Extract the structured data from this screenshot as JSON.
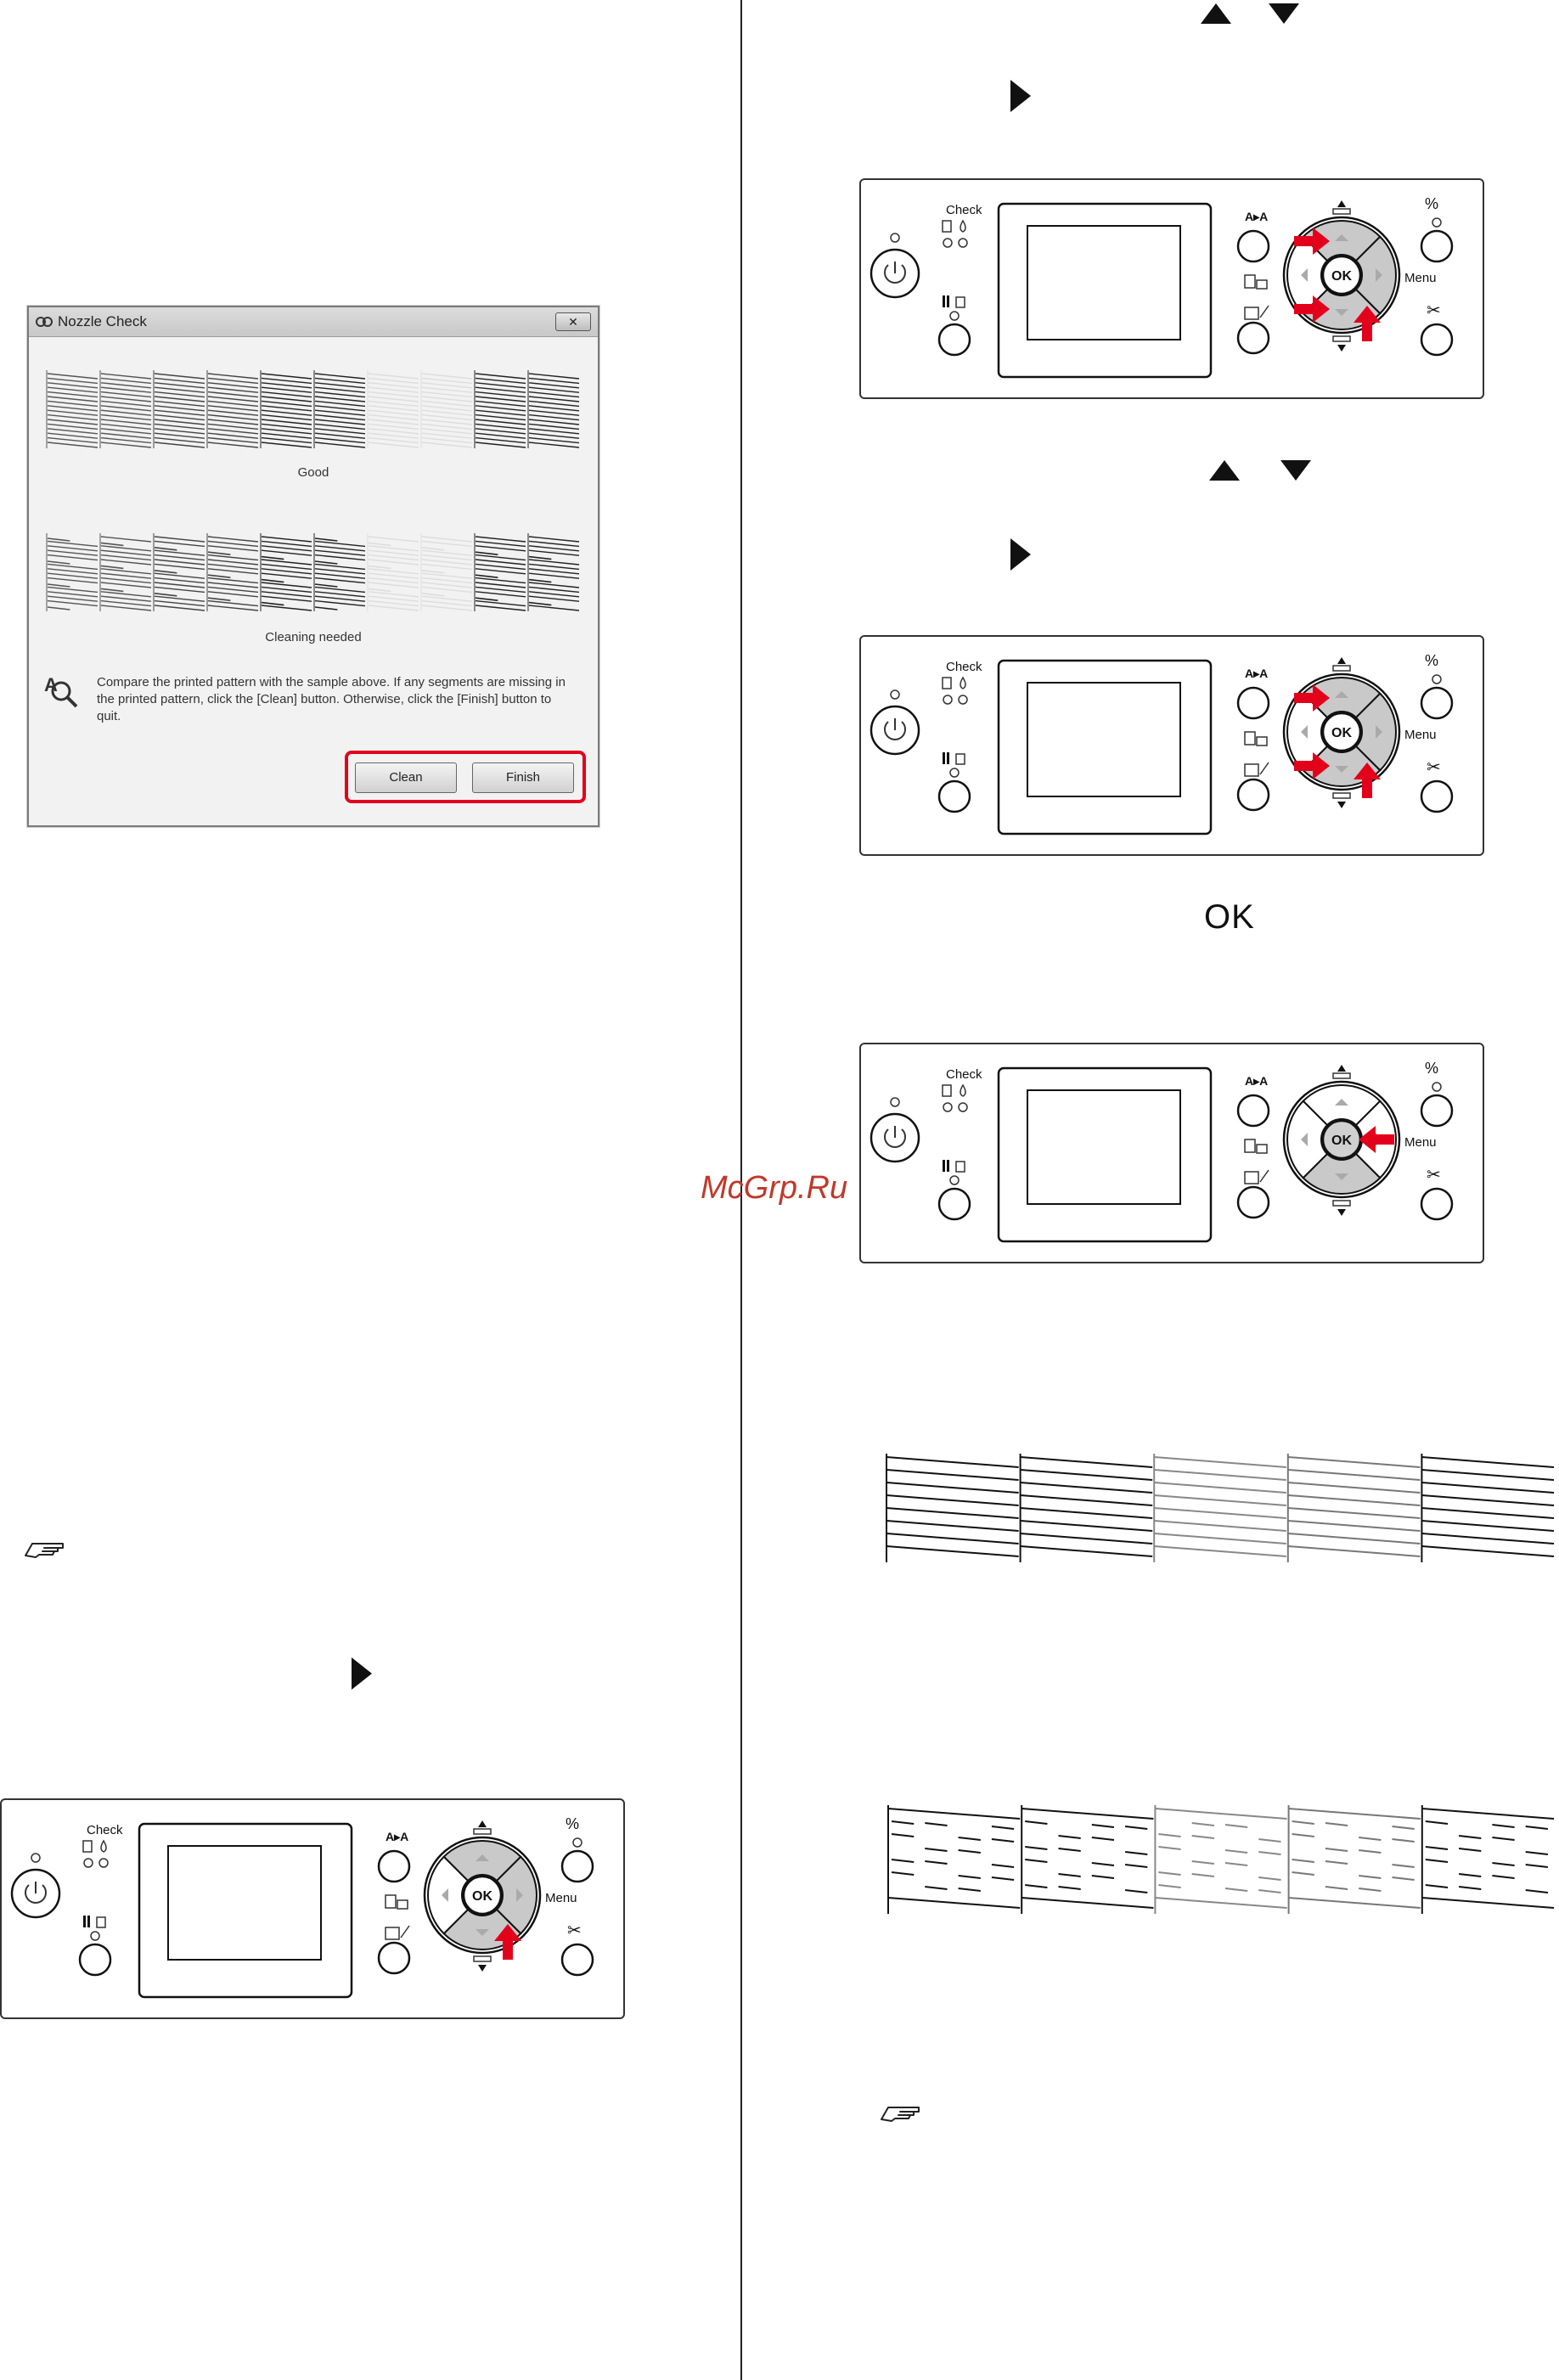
{
  "watermark": "McGrp.Ru",
  "dialog": {
    "title": "Nozzle Check",
    "close_label": "✕",
    "good_label": "Good",
    "cleaning_label": "Cleaning needed",
    "info_text": "Compare the printed pattern with the sample above. If any segments are missing in the printed pattern, click the [Clean] button. Otherwise, click the [Finish] button to quit.",
    "clean_button": "Clean",
    "finish_button": "Finish"
  },
  "panel_labels": {
    "check": "Check",
    "menu": "Menu",
    "ok": "OK",
    "aa": "A▸A"
  },
  "ok_text": "OK"
}
